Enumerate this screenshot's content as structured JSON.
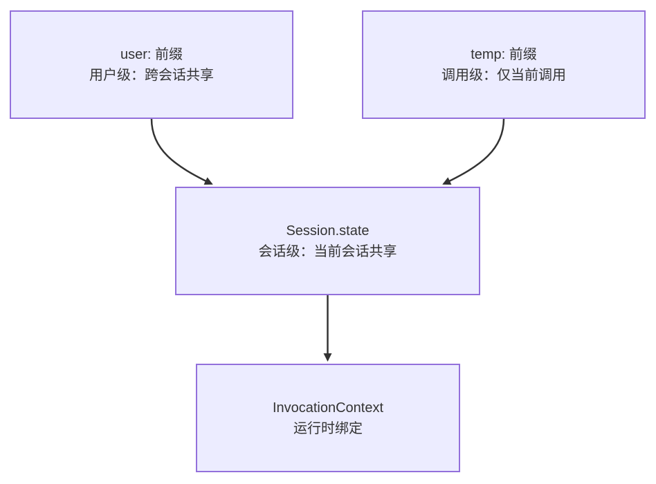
{
  "diagram": {
    "type": "flowchart",
    "direction": "top-down",
    "colors": {
      "background": "#ffffff",
      "node_fill": "#ECECFF",
      "node_border": "#9370DB",
      "edge_color": "#333333",
      "text_color": "#333333"
    },
    "nodes": [
      {
        "id": "user_prefix",
        "line1": "user: 前缀",
        "line2": "用户级：跨会话共享"
      },
      {
        "id": "temp_prefix",
        "line1": "temp: 前缀",
        "line2": "调用级：仅当前调用"
      },
      {
        "id": "session_state",
        "line1": "Session.state",
        "line2": "会话级：当前会话共享"
      },
      {
        "id": "invocation_context",
        "line1": "InvocationContext",
        "line2": "运行时绑定"
      }
    ],
    "edges": [
      {
        "from": "user_prefix",
        "to": "session_state",
        "arrow": "filled-triangle"
      },
      {
        "from": "temp_prefix",
        "to": "session_state",
        "arrow": "filled-triangle"
      },
      {
        "from": "session_state",
        "to": "invocation_context",
        "arrow": "filled-triangle"
      }
    ]
  }
}
